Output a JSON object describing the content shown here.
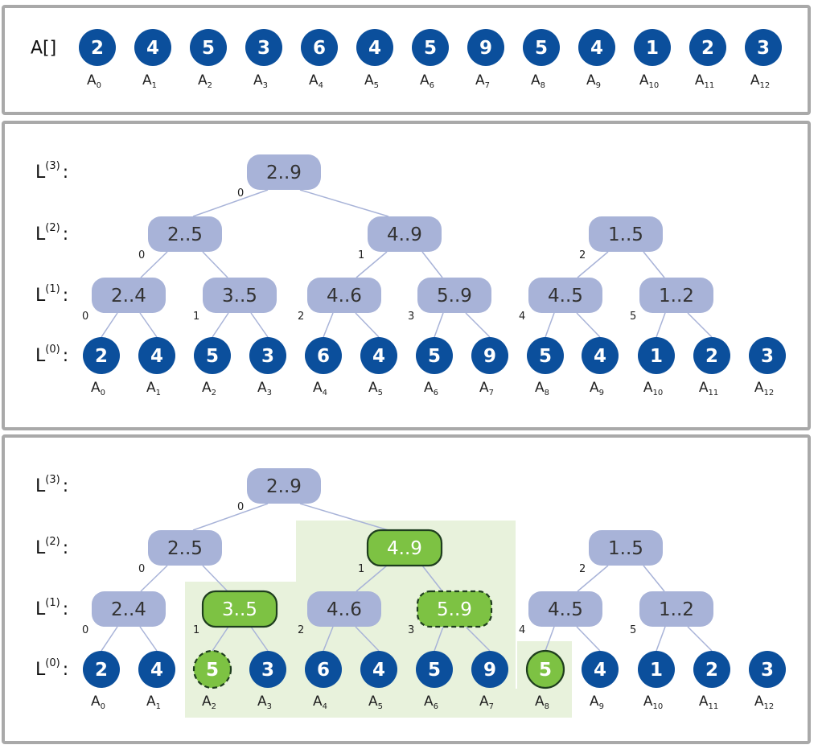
{
  "array_label": "A[]",
  "array_values": [
    "2",
    "4",
    "5",
    "3",
    "6",
    "4",
    "5",
    "9",
    "5",
    "4",
    "1",
    "2",
    "3"
  ],
  "array_names": [
    {
      "letter": "A",
      "sub": "0"
    },
    {
      "letter": "A",
      "sub": "1"
    },
    {
      "letter": "A",
      "sub": "2"
    },
    {
      "letter": "A",
      "sub": "3"
    },
    {
      "letter": "A",
      "sub": "4"
    },
    {
      "letter": "A",
      "sub": "5"
    },
    {
      "letter": "A",
      "sub": "6"
    },
    {
      "letter": "A",
      "sub": "7"
    },
    {
      "letter": "A",
      "sub": "8"
    },
    {
      "letter": "A",
      "sub": "9"
    },
    {
      "letter": "A",
      "sub": "10"
    },
    {
      "letter": "A",
      "sub": "11"
    },
    {
      "letter": "A",
      "sub": "12"
    }
  ],
  "level_labels": [
    {
      "base": "L",
      "sup": "(3)",
      "suffix": ":"
    },
    {
      "base": "L",
      "sup": "(2)",
      "suffix": ":"
    },
    {
      "base": "L",
      "sup": "(1)",
      "suffix": ":"
    },
    {
      "base": "L",
      "sup": "(0)",
      "suffix": ":"
    }
  ],
  "levels": {
    "l3": [
      {
        "label": "2..9",
        "index": "0"
      }
    ],
    "l2": [
      {
        "label": "2..5",
        "index": "0"
      },
      {
        "label": "4..9",
        "index": "1"
      },
      {
        "label": "1..5",
        "index": "2"
      }
    ],
    "l1": [
      {
        "label": "2..4",
        "index": "0"
      },
      {
        "label": "3..5",
        "index": "1"
      },
      {
        "label": "4..6",
        "index": "2"
      },
      {
        "label": "5..9",
        "index": "3"
      },
      {
        "label": "4..5",
        "index": "4"
      },
      {
        "label": "1..2",
        "index": "5"
      }
    ]
  },
  "highlight": {
    "solid_nodes": [
      "l2-1",
      "l1-1",
      "leaf-8"
    ],
    "dashed_nodes": [
      "l1-3",
      "leaf-2"
    ],
    "colors": {
      "region": "#e8f2dc",
      "fill": "#7dc243",
      "border": "#1e3d1e",
      "circle": "#0b4f9c",
      "node": "#a8b3d8"
    }
  }
}
